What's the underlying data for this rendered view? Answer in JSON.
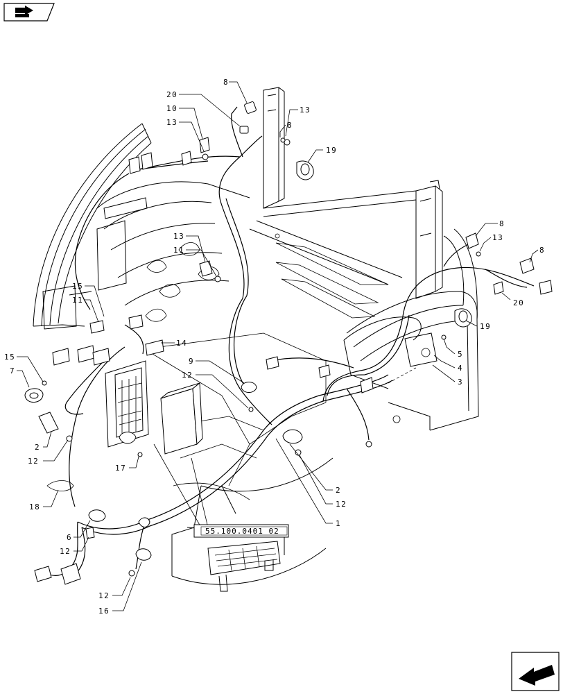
{
  "navigation": {
    "top_left_icon": "book-arrow-icon",
    "bottom_right_icon": "page-turn-arrow-icon"
  },
  "reference_box": {
    "label": "55.100.0401 02"
  },
  "callouts": [
    {
      "id": "c20a",
      "label": "20"
    },
    {
      "id": "c10",
      "label": "10"
    },
    {
      "id": "c13a",
      "label": "13"
    },
    {
      "id": "c8a",
      "label": "8"
    },
    {
      "id": "c13b",
      "label": "13"
    },
    {
      "id": "c8b",
      "label": "8"
    },
    {
      "id": "c19a",
      "label": "19"
    },
    {
      "id": "c13c",
      "label": "13"
    },
    {
      "id": "c11a",
      "label": "11"
    },
    {
      "id": "c8c",
      "label": "8"
    },
    {
      "id": "c13d",
      "label": "13"
    },
    {
      "id": "c8d",
      "label": "8"
    },
    {
      "id": "c20b",
      "label": "20"
    },
    {
      "id": "c15a",
      "label": "15"
    },
    {
      "id": "c11b",
      "label": "11"
    },
    {
      "id": "c19b",
      "label": "19"
    },
    {
      "id": "c14",
      "label": "14"
    },
    {
      "id": "c5",
      "label": "5"
    },
    {
      "id": "c4",
      "label": "4"
    },
    {
      "id": "c3",
      "label": "3"
    },
    {
      "id": "c15b",
      "label": "15"
    },
    {
      "id": "c7",
      "label": "7"
    },
    {
      "id": "c9",
      "label": "9"
    },
    {
      "id": "c12a",
      "label": "12"
    },
    {
      "id": "c2a",
      "label": "2"
    },
    {
      "id": "c12b",
      "label": "12"
    },
    {
      "id": "c17",
      "label": "17"
    },
    {
      "id": "c18",
      "label": "18"
    },
    {
      "id": "c2b",
      "label": "2"
    },
    {
      "id": "c12c",
      "label": "12"
    },
    {
      "id": "c1",
      "label": "1"
    },
    {
      "id": "c6",
      "label": "6"
    },
    {
      "id": "c12d",
      "label": "12"
    },
    {
      "id": "c12e",
      "label": "12"
    },
    {
      "id": "c16",
      "label": "16"
    }
  ]
}
